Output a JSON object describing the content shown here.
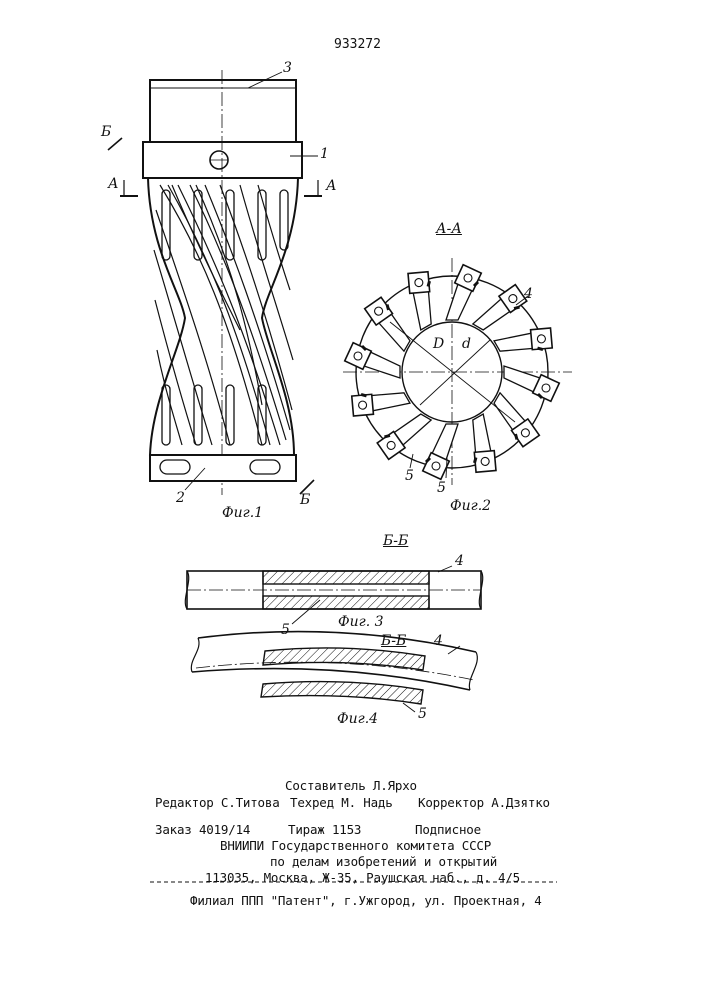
{
  "patent_number": "933272",
  "fig1": {
    "caption": "Фиг.1",
    "labels": {
      "part1": "1",
      "part2": "2",
      "part3": "3",
      "sectionA_left": "А",
      "sectionA_right": "А",
      "sectionB_top": "Б",
      "sectionB_bottom": "Б"
    }
  },
  "fig2": {
    "caption": "Фиг.2",
    "section_title": "А-А",
    "labels": {
      "part4": "4",
      "part5a": "5",
      "part5b": "5",
      "dim_D": "D",
      "dim_d": "d"
    }
  },
  "fig3": {
    "caption": "Фиг. 3",
    "section_title": "Б-Б",
    "labels": {
      "part4": "4",
      "part5": "5"
    }
  },
  "fig4": {
    "caption": "Фиг.4",
    "section_title": "Б-Б",
    "labels": {
      "part4": "4",
      "part5": "5"
    }
  },
  "footer": {
    "composer": "Составитель Л.Ярхо",
    "editor": "Редактор С.Титова",
    "techred": "Техред М. Надь",
    "corrector": "Корректор А.Дзятко",
    "order": "Заказ 4019/14",
    "circulation": "Тираж 1153",
    "subscription": "Подписное",
    "org_line1": "ВНИИПИ Государственного комитета СССР",
    "org_line2": "по делам изобретений и открытий",
    "address": "113035, Москва, Ж-35, Раушская наб., д. 4/5",
    "branch": "Филиал ППП \"Патент\", г.Ужгород, ул. Проектная, 4"
  }
}
